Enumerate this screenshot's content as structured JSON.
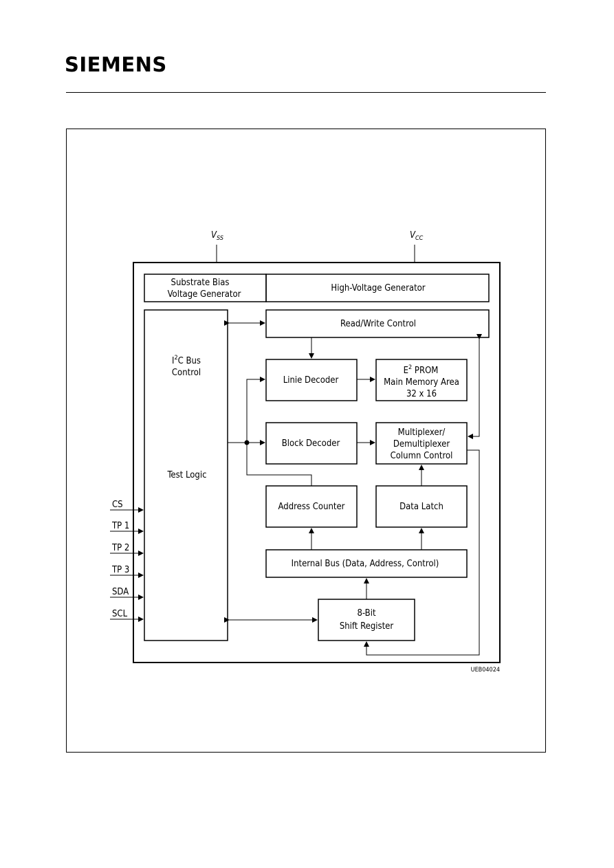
{
  "header": {
    "logo_text": "SIEMENS"
  },
  "diagram": {
    "pins": {
      "vss": "V",
      "vss_sub": "SS",
      "vcc": "V",
      "vcc_sub": "CC"
    },
    "blocks": {
      "substrate_line1": "Substrate Bias",
      "substrate_line2": "Voltage Generator",
      "high_voltage": "High-Voltage Generator",
      "i2c_line1_pre": "I",
      "i2c_line1_sup": "2",
      "i2c_line1_post": "C Bus",
      "i2c_line2": "Control",
      "test_logic": "Test Logic",
      "read_write": "Read/Write Control",
      "linie_decoder": "Linie Decoder",
      "eeprom_line1_pre": "E",
      "eeprom_line1_sup": "2",
      "eeprom_line1_post": " PROM",
      "eeprom_line2": "Main Memory Area",
      "eeprom_line3": "32 x 16",
      "block_decoder": "Block Decoder",
      "mux_line1": "Multiplexer/",
      "mux_line2": "Demultiplexer",
      "mux_line3": "Column Control",
      "address_counter": "Address Counter",
      "data_latch": "Data Latch",
      "internal_bus": "Internal Bus (Data, Address, Control)",
      "shift_line1": "8-Bit",
      "shift_line2": "Shift Register"
    },
    "inputs": [
      "CS",
      "TP 1",
      "TP 2",
      "TP 3",
      "SDA",
      "SCL"
    ],
    "figure_code": "UEB04024"
  }
}
